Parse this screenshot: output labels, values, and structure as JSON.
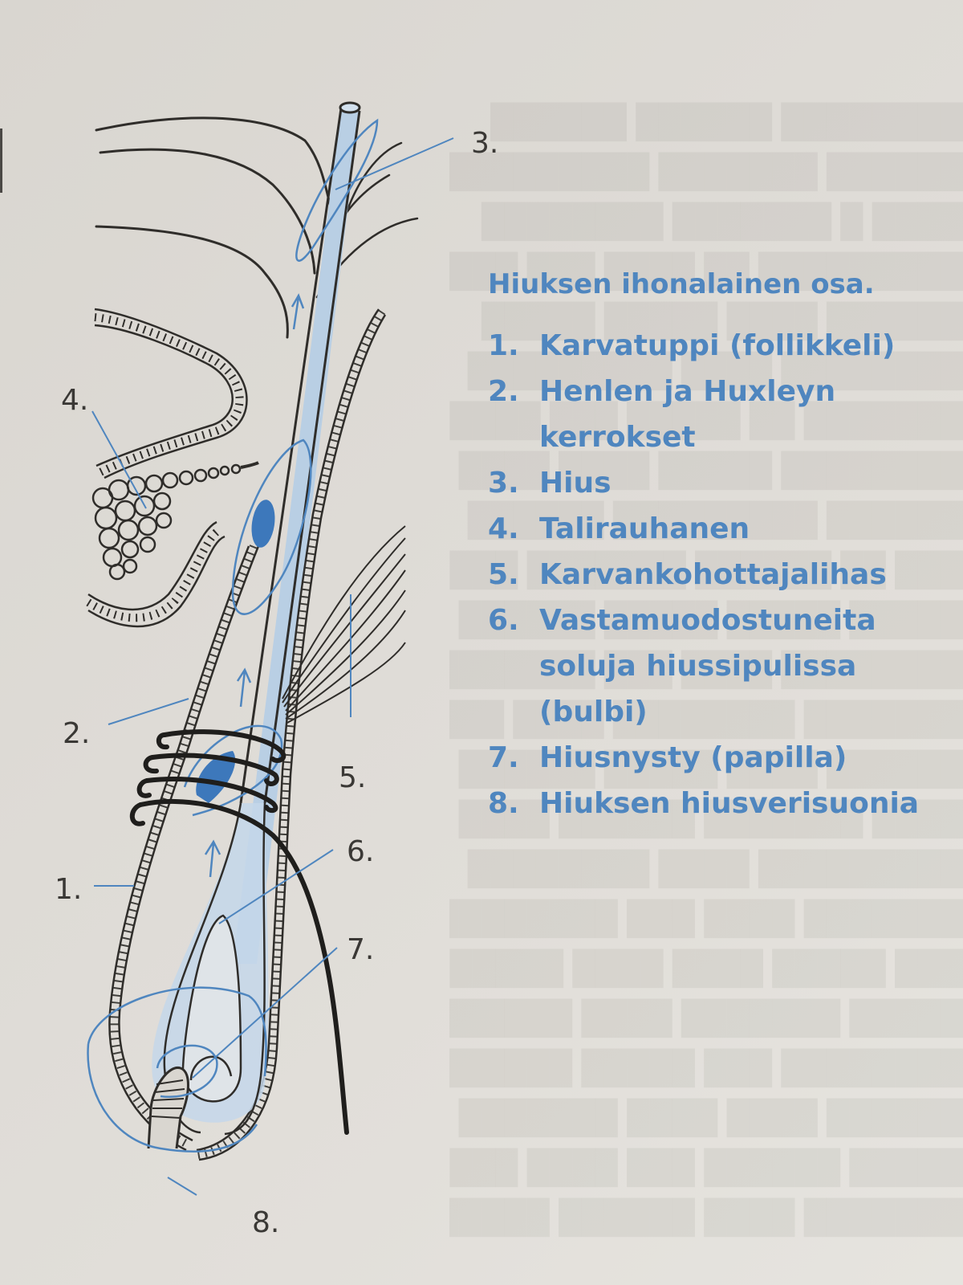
{
  "figure": {
    "title": "Hiuksen ihonalainen osa.",
    "legend": [
      {
        "num": "1.",
        "text": "Karvatuppi (follikkeli)"
      },
      {
        "num": "2.",
        "text": "Henlen ja Huxleyn\nkerrokset"
      },
      {
        "num": "3.",
        "text": "Hius"
      },
      {
        "num": "4.",
        "text": "Talirauhanen"
      },
      {
        "num": "5.",
        "text": "Karvankohottajalihas"
      },
      {
        "num": "6.",
        "text": "Vastamuodostuneita\nsoluja hiussipulissa\n(bulbi)"
      },
      {
        "num": "7.",
        "text": "Hiusnysty (papilla)"
      },
      {
        "num": "8.",
        "text": "Hiuksen hiusverisuonia"
      }
    ],
    "callouts": {
      "c1": "1.",
      "c2": "2.",
      "c3": "3.",
      "c4": "4.",
      "c5": "5.",
      "c6": "6.",
      "c7": "7.",
      "c8": "8."
    }
  },
  "colors": {
    "paper": "#dedbd6",
    "ink": "#2f2d2a",
    "accent_blue": "#4f86bf",
    "fill_blue": "#b9cfe4",
    "dark_blue": "#3d78bb"
  }
}
